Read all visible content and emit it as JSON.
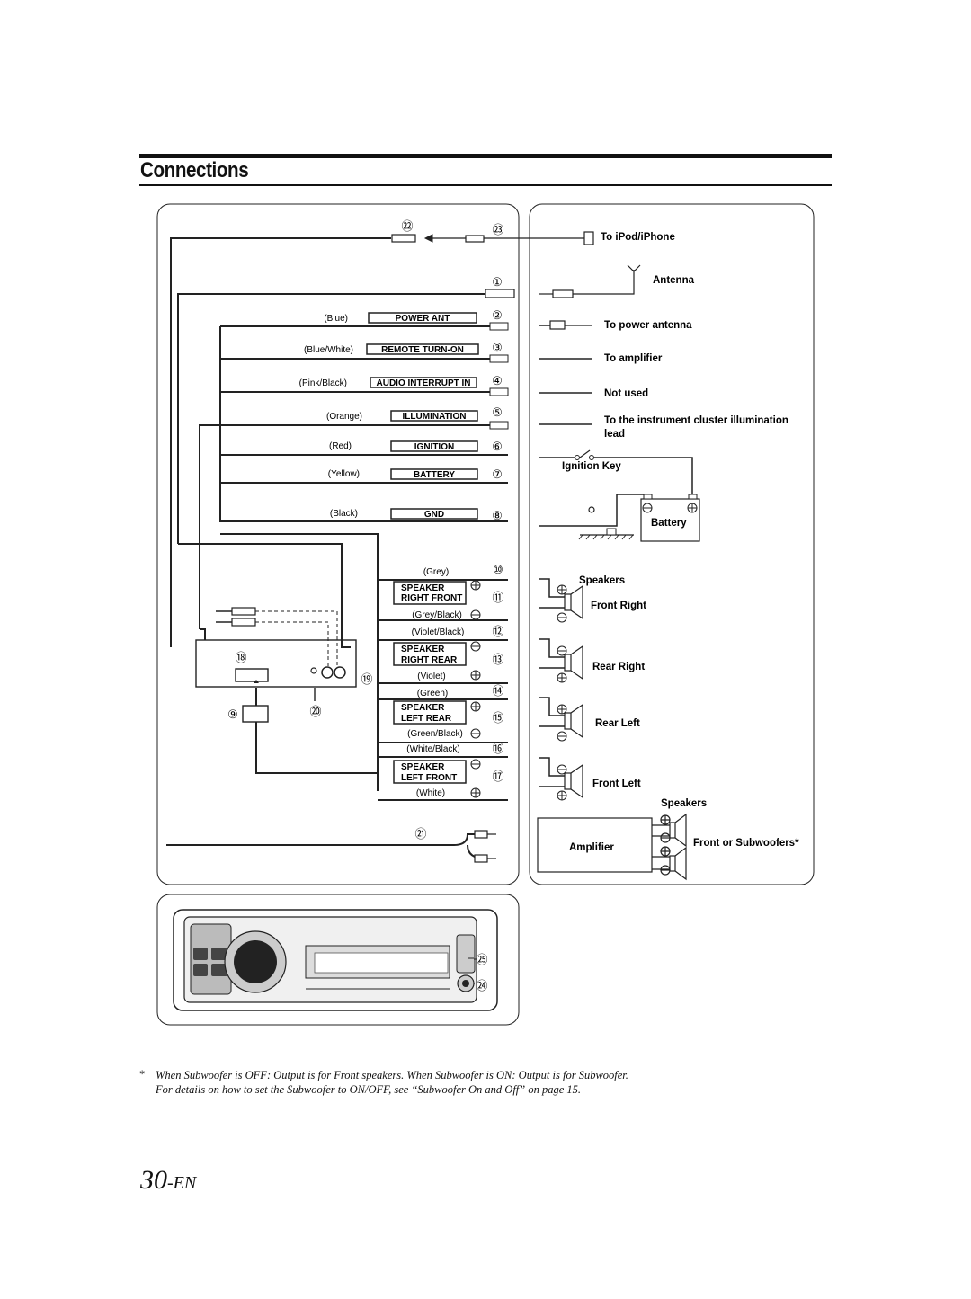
{
  "header": {
    "title": "Connections"
  },
  "left": {
    "wires": [
      {
        "color": "(Blue)",
        "function": "POWER ANT",
        "num": "②"
      },
      {
        "color": "(Blue/White)",
        "function": "REMOTE TURN-ON",
        "num": "③"
      },
      {
        "color": "(Pink/Black)",
        "function": "AUDIO INTERRUPT IN",
        "num": "④"
      },
      {
        "color": "(Orange)",
        "function": "ILLUMINATION",
        "num": "⑤"
      },
      {
        "color": "(Red)",
        "function": "IGNITION",
        "num": "⑥"
      },
      {
        "color": "(Yellow)",
        "function": "BATTERY",
        "num": "⑦"
      },
      {
        "color": "(Black)",
        "function": "GND",
        "num": "⑧"
      }
    ],
    "speakers": [
      {
        "line1": "SPEAKER",
        "line2": "RIGHT FRONT",
        "pos_color": "(Grey)",
        "neg_color": "(Grey/Black)",
        "pos_num": "⑩",
        "neg_num": "⑪"
      },
      {
        "line1": "SPEAKER",
        "line2": "RIGHT REAR",
        "pos_color": "(Violet)",
        "neg_color": "(Violet/Black)",
        "pos_num": "⑬",
        "neg_num": "⑫"
      },
      {
        "line1": "SPEAKER",
        "line2": "LEFT REAR",
        "pos_color": "(Green)",
        "neg_color": "(Green/Black)",
        "pos_num": "⑭",
        "neg_num": "⑮"
      },
      {
        "line1": "SPEAKER",
        "line2": "LEFT FRONT",
        "pos_color": "(White)",
        "neg_color": "(White/Black)",
        "pos_num": "⑰",
        "neg_num": "⑯"
      }
    ],
    "nums": {
      "n1": "①",
      "n9": "⑨",
      "n18": "⑱",
      "n19": "⑲",
      "n20": "⑳",
      "n21": "㉑",
      "n22": "㉒",
      "n23": "㉓",
      "n24": "㉔",
      "n25": "㉕"
    }
  },
  "right": {
    "ipod": "To iPod/iPhone",
    "antenna": "Antenna",
    "power_antenna": "To power antenna",
    "amplifier_to": "To amplifier",
    "not_used": "Not used",
    "illumination_1": "To the instrument cluster illumination",
    "illumination_2": "lead",
    "ignition_key": "Ignition Key",
    "battery": "Battery",
    "speakers": "Speakers",
    "front_right": "Front Right",
    "rear_right": "Rear Right",
    "rear_left": "Rear Left",
    "front_left": "Front Left",
    "speakers2": "Speakers",
    "amplifier": "Amplifier",
    "front_or_sub": "Front or Subwoofers*"
  },
  "footnote": {
    "mark": "*",
    "line1": "When Subwoofer is OFF: Output is for Front speakers. When Subwoofer is ON: Output is for Subwoofer.",
    "line2": "For details on how to set the Subwoofer to ON/OFF, see “Subwoofer On and Off” on page 15."
  },
  "page": {
    "number": "30",
    "suffix": "-EN"
  }
}
